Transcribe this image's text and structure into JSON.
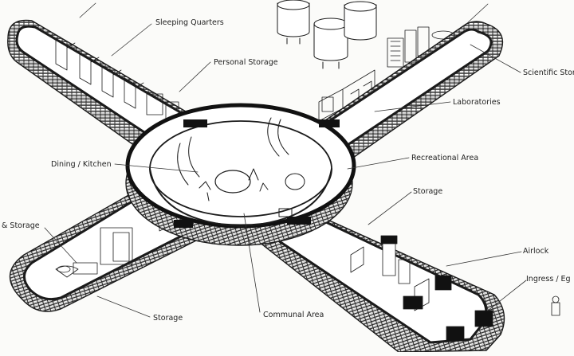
{
  "labels": {
    "sleeping_quarters": "Sleeping Quarters",
    "personal_storage": "Personal Storage",
    "scientific_storage": "Scientific Stor",
    "laboratories": "Laboratories",
    "dining_kitchen": "Dining / Kitchen",
    "recreational_area": "Recreational Area",
    "storage_right": "Storage",
    "storage_left": "& Storage",
    "airlock": "Airlock",
    "ingress_egress": "Ingress / Eg",
    "storage_bottom": "Storage",
    "communal_area": "Communal Area"
  }
}
